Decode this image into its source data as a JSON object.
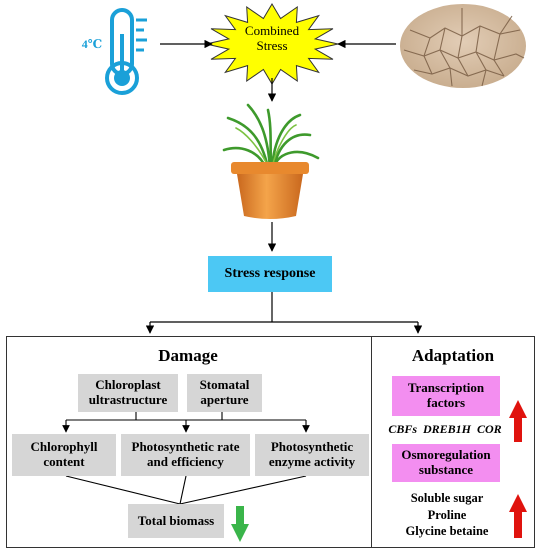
{
  "colors": {
    "thermometer": "#1aa0d8",
    "starburst": "#ffff00",
    "stress_box": "#4cc8f4",
    "damage_box": "#d6d6d6",
    "adaptation_box": "#f38ef0",
    "up_arrow": "#e0130e",
    "down_arrow": "#3ab54a"
  },
  "inputs": {
    "temperature": "4℃",
    "combined_stress": [
      "Combined",
      "Stress"
    ]
  },
  "stress_response": "Stress response",
  "damage": {
    "title": "Damage",
    "top_boxes": [
      [
        "Chloroplast",
        "ultrastructure"
      ],
      [
        "Stomatal",
        "aperture"
      ]
    ],
    "middle_boxes": [
      [
        "Chlorophyll",
        "content"
      ],
      [
        "Photosynthetic rate",
        "and efficiency"
      ],
      [
        "Photosynthetic",
        "enzyme activity"
      ]
    ],
    "total": "Total biomass"
  },
  "adaptation": {
    "title": "Adaptation",
    "transcription": [
      "Transcription",
      "factors"
    ],
    "genes": "CBFs  DREB1H  COR",
    "osmo": [
      "Osmoregulation",
      "substance"
    ],
    "substances": [
      "Soluble sugar",
      "Proline",
      "Glycine betaine"
    ]
  },
  "icons": [
    "thermometer-icon",
    "starburst-icon",
    "cracked-soil-image",
    "potted-plant-image",
    "up-arrow-icon",
    "down-arrow-icon"
  ]
}
